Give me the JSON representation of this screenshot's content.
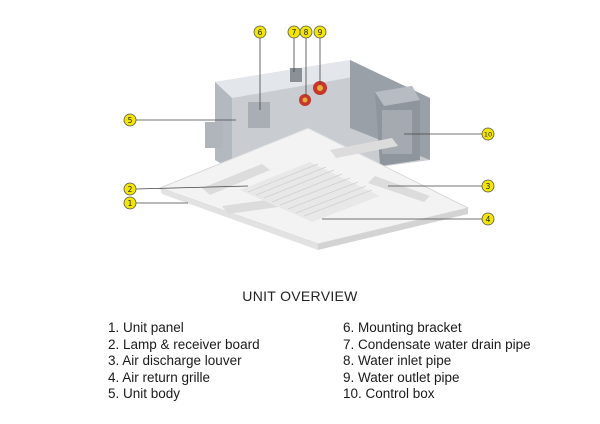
{
  "title": "UNIT OVERVIEW",
  "callouts": [
    "1",
    "2",
    "3",
    "4",
    "5",
    "6",
    "7",
    "8",
    "9",
    "10"
  ],
  "parts_left": [
    "1. Unit panel",
    "2. Lamp & receiver board",
    "3. Air discharge louver",
    "4. Air return grille",
    "5. Unit body"
  ],
  "parts_right": [
    "6. Mounting bracket",
    "7. Condensate water drain pipe",
    "8. Water inlet pipe",
    "9. Water outlet pipe",
    "10. Control box"
  ],
  "colors": {
    "badge_fill": "#f2e600",
    "badge_stroke": "#555555",
    "leader": "#444444"
  }
}
